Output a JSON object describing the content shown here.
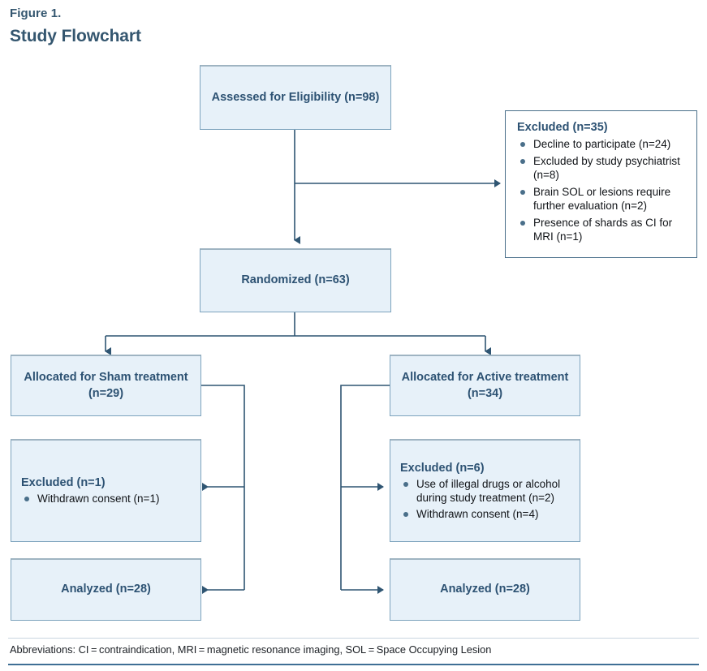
{
  "figure": {
    "label": "Figure 1.",
    "title": "Study Flowchart"
  },
  "colors": {
    "box_fill": "#e7f1f9",
    "box_border": "#7da3bd",
    "text_blue": "#2d5273",
    "heading_blue": "#34566f",
    "bullet": "#4a6f8a",
    "connector": "#2f5572",
    "rule": "#3f6f95"
  },
  "nodes": {
    "assessed": {
      "title": "Assessed for Eligibility (n=98)"
    },
    "excluded_screening": {
      "title": "Excluded (n=35)",
      "items": [
        "Decline to participate (n=24)",
        "Excluded by study psychiatrist (n=8)",
        "Brain SOL or lesions require further evaluation (n=2)",
        "Presence of shards as CI for MRI (n=1)"
      ]
    },
    "randomized": {
      "title": "Randomized (n=63)"
    },
    "allocated_sham": {
      "title": "Allocated for Sham treatment (n=29)"
    },
    "allocated_active": {
      "title": "Allocated for Active treatment (n=34)"
    },
    "excluded_sham": {
      "title": "Excluded (n=1)",
      "items": [
        "Withdrawn consent (n=1)"
      ]
    },
    "excluded_active": {
      "title": "Excluded (n=6)",
      "items": [
        "Use of illegal drugs or alcohol during study treatment (n=2)",
        "Withdrawn consent (n=4)"
      ]
    },
    "analyzed_sham": {
      "title": "Analyzed (n=28)"
    },
    "analyzed_active": {
      "title": "Analyzed (n=28)"
    }
  },
  "footnote": {
    "text": "Abbreviations: CI = contraindication, MRI = magnetic resonance imaging, SOL = Space Occupying Lesion"
  },
  "chart_data": {
    "type": "diagram",
    "title": "Study Flowchart",
    "nodes": [
      {
        "id": "assessed",
        "label": "Assessed for Eligibility (n=98)",
        "n": 98
      },
      {
        "id": "excluded_screening",
        "label": "Excluded (n=35)",
        "n": 35
      },
      {
        "id": "randomized",
        "label": "Randomized (n=63)",
        "n": 63
      },
      {
        "id": "allocated_sham",
        "label": "Allocated for Sham treatment (n=29)",
        "n": 29
      },
      {
        "id": "allocated_active",
        "label": "Allocated for Active treatment (n=34)",
        "n": 34
      },
      {
        "id": "excluded_sham",
        "label": "Excluded (n=1)",
        "n": 1
      },
      {
        "id": "excluded_active",
        "label": "Excluded (n=6)",
        "n": 6
      },
      {
        "id": "analyzed_sham",
        "label": "Analyzed (n=28)",
        "n": 28
      },
      {
        "id": "analyzed_active",
        "label": "Analyzed (n=28)",
        "n": 28
      }
    ],
    "edges": [
      {
        "from": "assessed",
        "to": "excluded_screening"
      },
      {
        "from": "assessed",
        "to": "randomized"
      },
      {
        "from": "randomized",
        "to": "allocated_sham"
      },
      {
        "from": "randomized",
        "to": "allocated_active"
      },
      {
        "from": "allocated_sham",
        "to": "excluded_sham"
      },
      {
        "from": "allocated_sham",
        "to": "analyzed_sham"
      },
      {
        "from": "allocated_active",
        "to": "excluded_active"
      },
      {
        "from": "allocated_active",
        "to": "analyzed_active"
      }
    ]
  }
}
